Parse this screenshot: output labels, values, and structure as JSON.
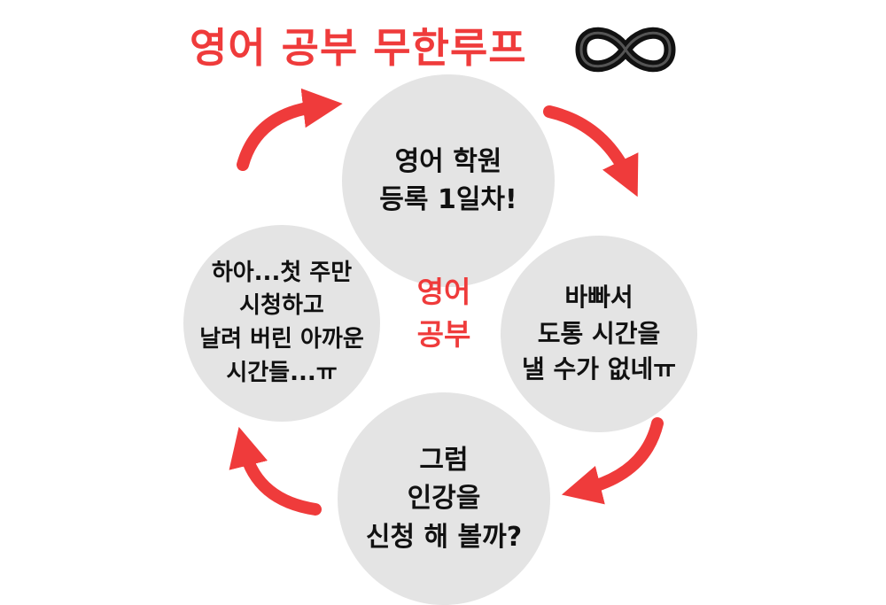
{
  "title": "영어 공부 무한루프",
  "accent_color": "#ef3b3b",
  "circle_color": "#e4e4e4",
  "icon": "infinity-icon",
  "center_label": "영어\n공부",
  "steps": [
    {
      "text": "영어 학원\n등록 1일차!"
    },
    {
      "text": "바빠서\n도통 시간을\n낼 수가 없네ㅠ"
    },
    {
      "text": "그럼\n인강을\n신청 해 볼까?"
    },
    {
      "text": "하아...첫 주만\n시청하고\n날려 버린 아까운\n시간들...ㅠ"
    }
  ]
}
